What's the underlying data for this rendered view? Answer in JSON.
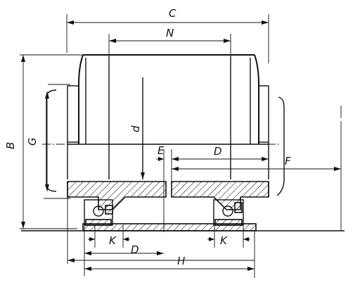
{
  "diagram": {
    "dimension_labels": {
      "C": "C",
      "N": "N",
      "B": "B",
      "G": "G",
      "d": "d",
      "E": "E",
      "D_top": "D",
      "F": "F",
      "K_left": "K",
      "K_right": "K",
      "D_bottom": "D",
      "H": "H"
    }
  }
}
